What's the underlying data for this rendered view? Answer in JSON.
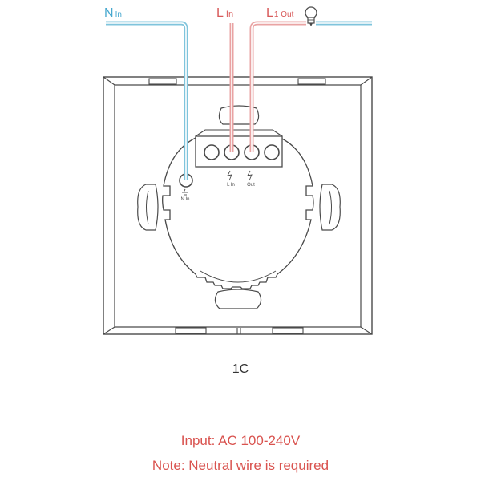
{
  "colors": {
    "neutral_wire": "#7fc4dc",
    "live_wire": "#e9a3a3",
    "outline": "#4a4a4a",
    "neutral_label": "#47a8cf",
    "live_label": "#d85a5a",
    "note": "#d9534f"
  },
  "wires": {
    "neutral": {
      "main": "N",
      "sub": "In"
    },
    "live_in": {
      "main": "L",
      "sub": "In"
    },
    "live_out": {
      "main": "L",
      "sub": "1 Out"
    }
  },
  "icons": {
    "lamp": "light-bulb-icon",
    "earth": "earth-symbol-icon",
    "live": "lightning-bolt-icon"
  },
  "terminals": {
    "neutral": "N In",
    "live_in": "L In",
    "live_out": "Out"
  },
  "caption": {
    "model": "1C",
    "input": "Input: AC 100-240V",
    "note": "Note: Neutral wire is required"
  }
}
